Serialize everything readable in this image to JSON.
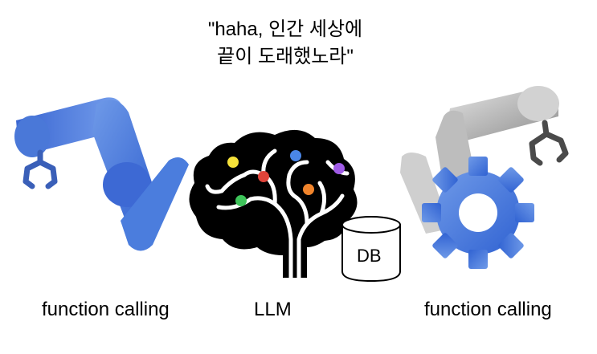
{
  "caption": {
    "line1": "\"haha, 인간 세상에",
    "line2": "끝이 도래했노라\""
  },
  "left": {
    "label": "function calling",
    "icon": "robot-arm-icon",
    "color": "#4a78d8"
  },
  "center": {
    "label": "LLM",
    "icon": "brain-icon",
    "db_label": "DB"
  },
  "right": {
    "label": "function calling",
    "icon": "robot-arm-gear-icon",
    "arm_color": "#9a9a9a",
    "gear_color": "#4a78d8"
  }
}
